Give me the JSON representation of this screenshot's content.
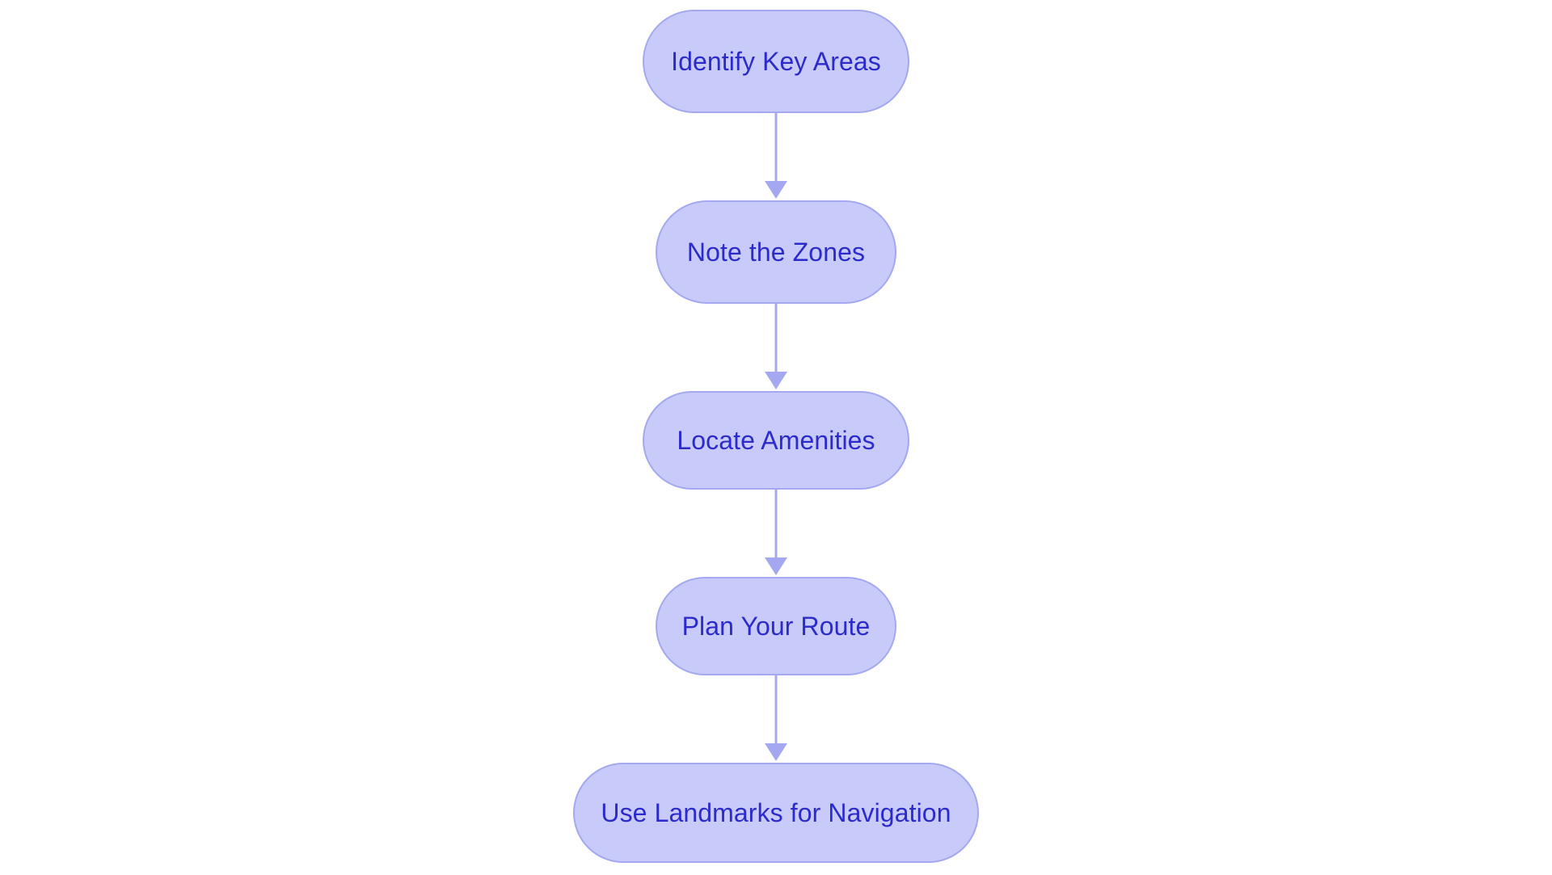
{
  "chart_data": {
    "type": "diagram",
    "diagram_kind": "flowchart",
    "orientation": "top-to-bottom",
    "title": "",
    "node_shape": "stadium",
    "colors": {
      "background": "#ffffff",
      "node_fill": "#c8cbfa",
      "node_border": "#a3a8f0",
      "node_text": "#2b2bcc",
      "connector": "#a3a8f0"
    },
    "nodes": [
      {
        "id": "n1",
        "label": "Identify Key Areas"
      },
      {
        "id": "n2",
        "label": "Note the Zones"
      },
      {
        "id": "n3",
        "label": "Locate Amenities"
      },
      {
        "id": "n4",
        "label": "Plan Your Route"
      },
      {
        "id": "n5",
        "label": "Use Landmarks for Navigation"
      }
    ],
    "edges": [
      {
        "from": "n1",
        "to": "n2",
        "label": "",
        "arrow": "down"
      },
      {
        "from": "n2",
        "to": "n3",
        "label": "",
        "arrow": "down"
      },
      {
        "from": "n3",
        "to": "n4",
        "label": "",
        "arrow": "down"
      },
      {
        "from": "n4",
        "to": "n5",
        "label": "",
        "arrow": "down"
      }
    ]
  },
  "diagram": {
    "nodes": [
      {
        "label": "Identify Key Areas"
      },
      {
        "label": "Note the Zones"
      },
      {
        "label": "Locate Amenities"
      },
      {
        "label": "Plan Your Route"
      },
      {
        "label": "Use Landmarks for Navigation"
      }
    ]
  }
}
